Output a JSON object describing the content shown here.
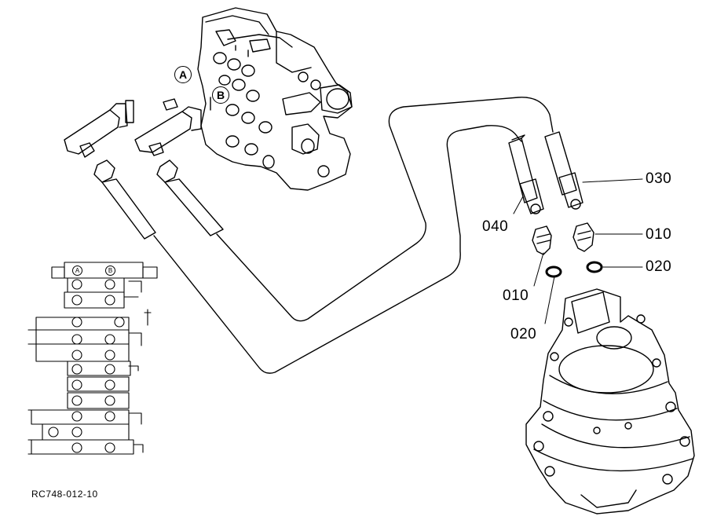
{
  "diagram": {
    "callouts": {
      "p030": "030",
      "p040": "040",
      "p010_right": "010",
      "p020_right": "020",
      "p010_left": "010",
      "p020_left": "020"
    },
    "markers": {
      "port_a": "A",
      "port_b": "B",
      "schematic_a": "A",
      "schematic_b": "B"
    },
    "drawing_code": "RC748-012-10"
  }
}
